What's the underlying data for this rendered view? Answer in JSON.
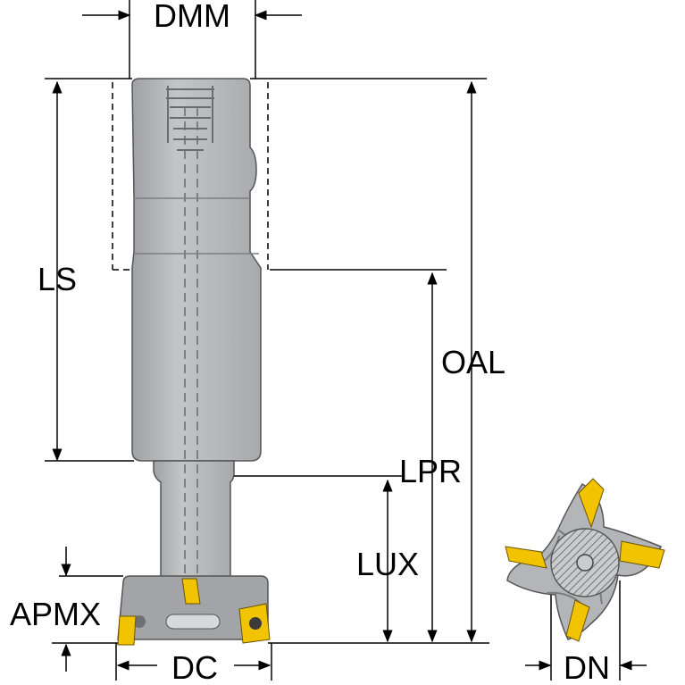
{
  "labels": {
    "dmm": "DMM",
    "ls": "LS",
    "oal": "OAL",
    "lpr": "LPR",
    "lux": "LUX",
    "apmx": "APMX",
    "dc": "DC",
    "dn": "DN"
  },
  "colors": {
    "body": "#b7b9bb",
    "body_dark": "#8e9093",
    "insert": "#f2c300",
    "line": "#000000",
    "background": "#ffffff"
  }
}
